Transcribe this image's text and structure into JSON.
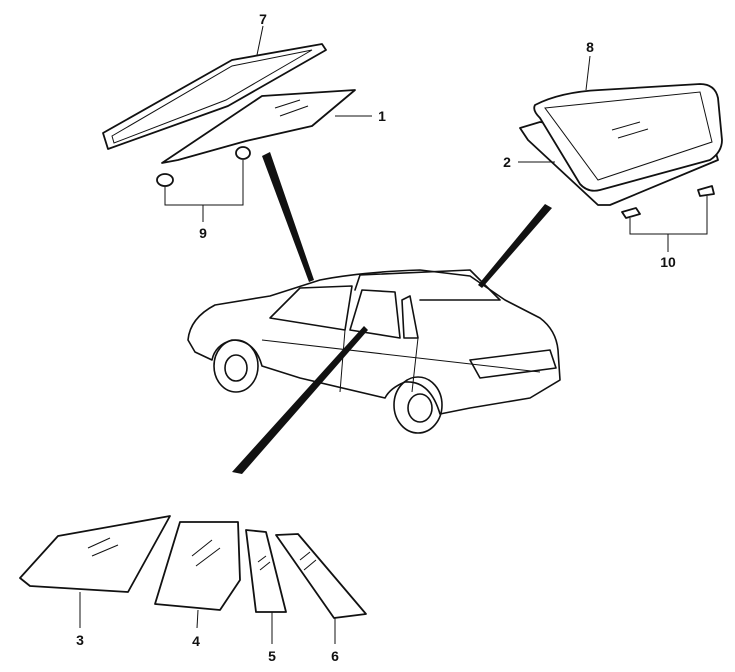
{
  "diagram": {
    "callouts": [
      {
        "id": "7",
        "part": "windshield-weatherstrip"
      },
      {
        "id": "1",
        "part": "windshield-glass"
      },
      {
        "id": "9",
        "part": "windshield-clips"
      },
      {
        "id": "8",
        "part": "rear-window-weatherstrip"
      },
      {
        "id": "2",
        "part": "rear-window-glass"
      },
      {
        "id": "10",
        "part": "rear-window-clips"
      },
      {
        "id": "3",
        "part": "front-door-glass"
      },
      {
        "id": "4",
        "part": "rear-door-glass"
      },
      {
        "id": "5",
        "part": "rear-door-quarter-glass"
      },
      {
        "id": "6",
        "part": "rear-quarter-glass"
      }
    ]
  }
}
